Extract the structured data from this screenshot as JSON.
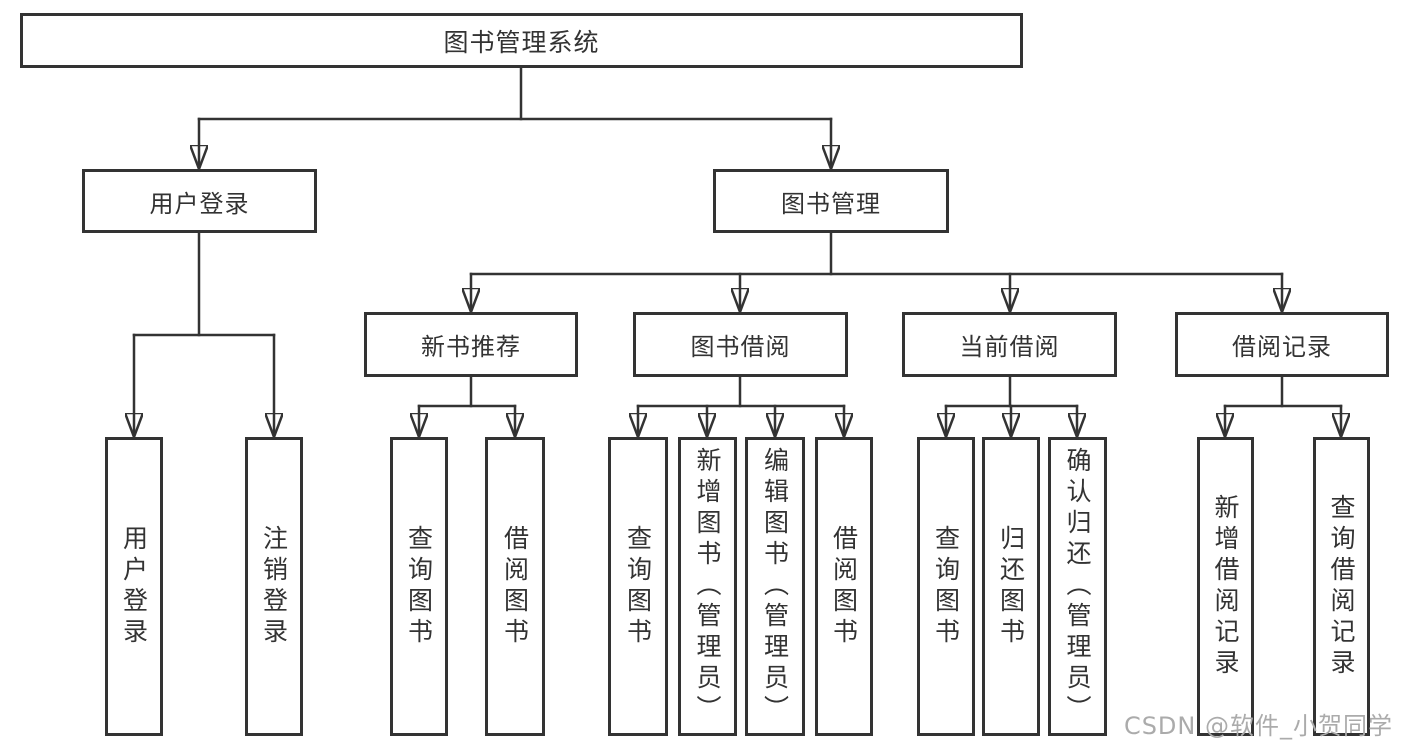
{
  "diagram": {
    "type": "hierarchy-tree",
    "root": {
      "label": "图书管理系统",
      "children": [
        {
          "label": "用户登录",
          "children": [
            {
              "label": "用户登录"
            },
            {
              "label": "注销登录"
            }
          ]
        },
        {
          "label": "图书管理",
          "children": [
            {
              "label": "新书推荐",
              "children": [
                {
                  "label": "查询图书"
                },
                {
                  "label": "借阅图书"
                }
              ]
            },
            {
              "label": "图书借阅",
              "children": [
                {
                  "label": "查询图书"
                },
                {
                  "label": "新增图书（管理员）"
                },
                {
                  "label": "编辑图书（管理员）"
                },
                {
                  "label": "借阅图书"
                }
              ]
            },
            {
              "label": "当前借阅",
              "children": [
                {
                  "label": "查询图书"
                },
                {
                  "label": "归还图书"
                },
                {
                  "label": "确认归还（管理员）"
                }
              ]
            },
            {
              "label": "借阅记录",
              "children": [
                {
                  "label": "新增借阅记录"
                },
                {
                  "label": "查询借阅记录"
                }
              ]
            }
          ]
        }
      ]
    },
    "watermark": "CSDN @软件_小贺同学",
    "colors": {
      "line": "#333333",
      "box_fill": "#ffffff",
      "text": "#333333",
      "watermark": "#ababab",
      "background": "#ffffff"
    }
  }
}
